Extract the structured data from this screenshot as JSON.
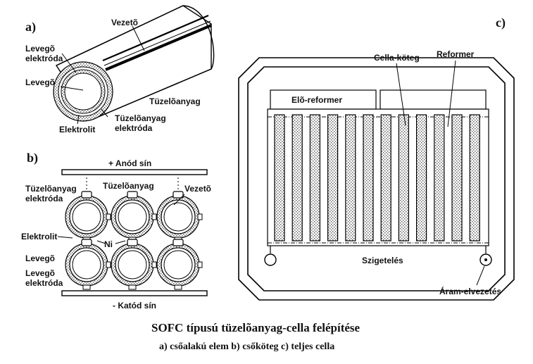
{
  "panels": {
    "a": "a)",
    "b": "b)",
    "c": "c)"
  },
  "tube": {
    "conductor": "Vezetõ",
    "air_electrode": [
      "Levegõ",
      "elektróda"
    ],
    "air": "Levegõ",
    "fuel": "Tüzelõanyag",
    "fuel_electrode": [
      "Tüzelõanyag",
      "elektróda"
    ],
    "electrolyte": "Elektrolit"
  },
  "bundle": {
    "anode_rail": "+ Anód sín",
    "cathode_rail": "- Katód sín",
    "fuel_electrode": [
      "Tüzelõanyag",
      "elektróda"
    ],
    "fuel": "Tüzelõanyag",
    "conductor": "Vezetõ",
    "electrolyte": "Elektrolit",
    "nickel": "Ni",
    "air": "Levegõ",
    "air_electrode": [
      "Levegõ",
      "elektróda"
    ]
  },
  "cell": {
    "stack": "Cella-köteg",
    "reformer": "Reformer",
    "pre_reformer": "Elõ-reformer",
    "insulation": "Szigetelés",
    "current_lead": "Áram-elvezetés"
  },
  "caption": {
    "title": "SOFC típusú tüzelõanyag-cella felépítése",
    "subtitle": "a) csőalakú elem  b) csőköteg  c) teljes cella"
  }
}
